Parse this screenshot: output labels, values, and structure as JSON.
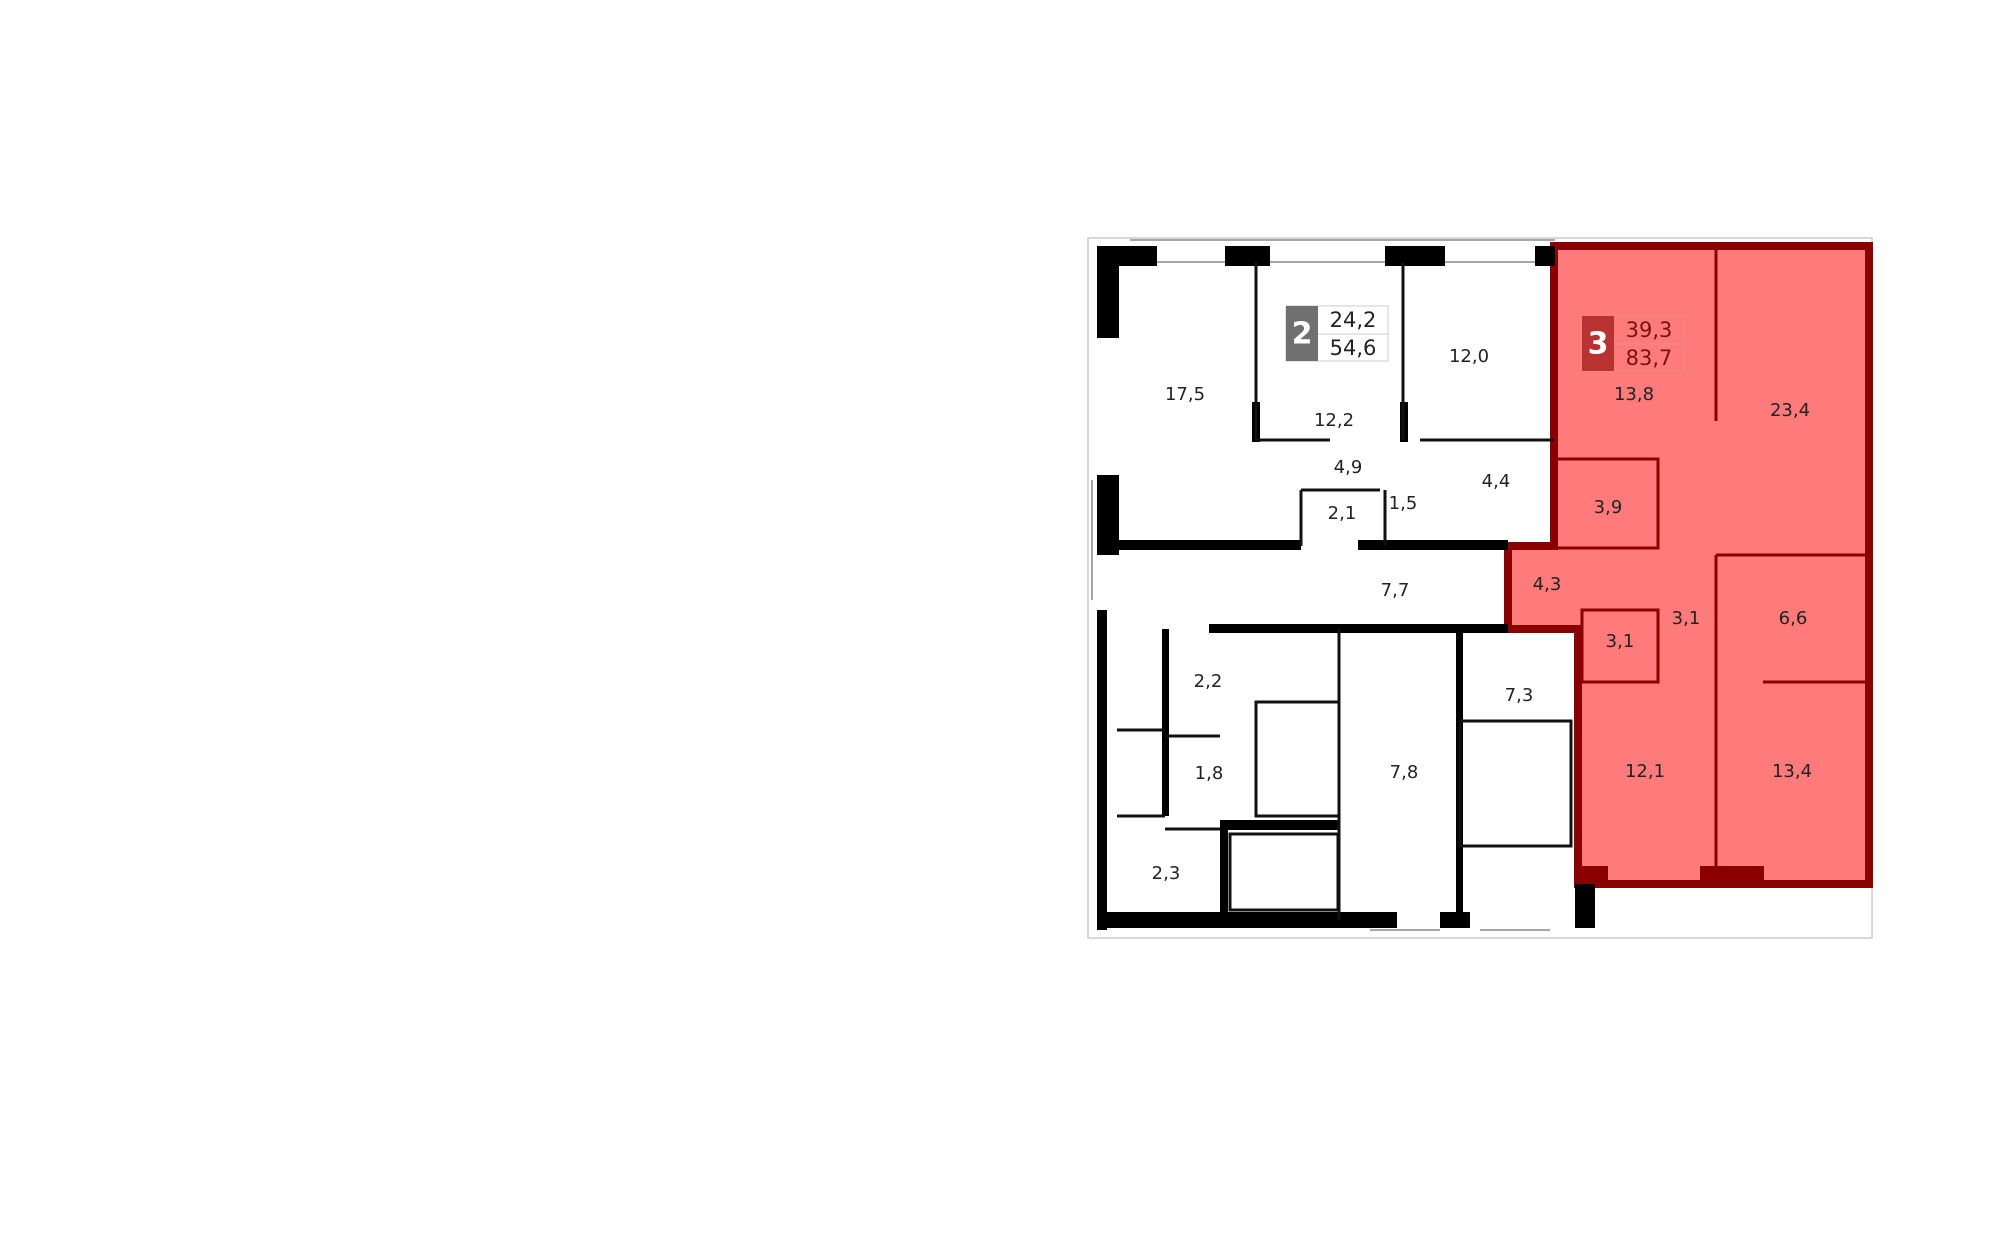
{
  "plan": {
    "apartments": [
      {
        "rooms_count": "2",
        "living_area": "24,2",
        "total_area": "54,6",
        "highlighted": false
      },
      {
        "rooms_count": "3",
        "living_area": "39,3",
        "total_area": "83,7",
        "highlighted": true
      }
    ],
    "colors": {
      "highlight_fill": "#ff7b7b",
      "highlight_wall": "#8b0000",
      "badge_gray": "#707070",
      "badge_red": "#b83232"
    },
    "rooms": [
      "17,5",
      "12,2",
      "12,0",
      "4,9",
      "4,4",
      "1,5",
      "2,1",
      "7,7",
      "2,2",
      "1,8",
      "2,3",
      "7,8",
      "7,3",
      "13,8",
      "23,4",
      "3,9",
      "4,3",
      "3,1",
      "3,1",
      "6,6",
      "12,1",
      "13,4"
    ]
  }
}
